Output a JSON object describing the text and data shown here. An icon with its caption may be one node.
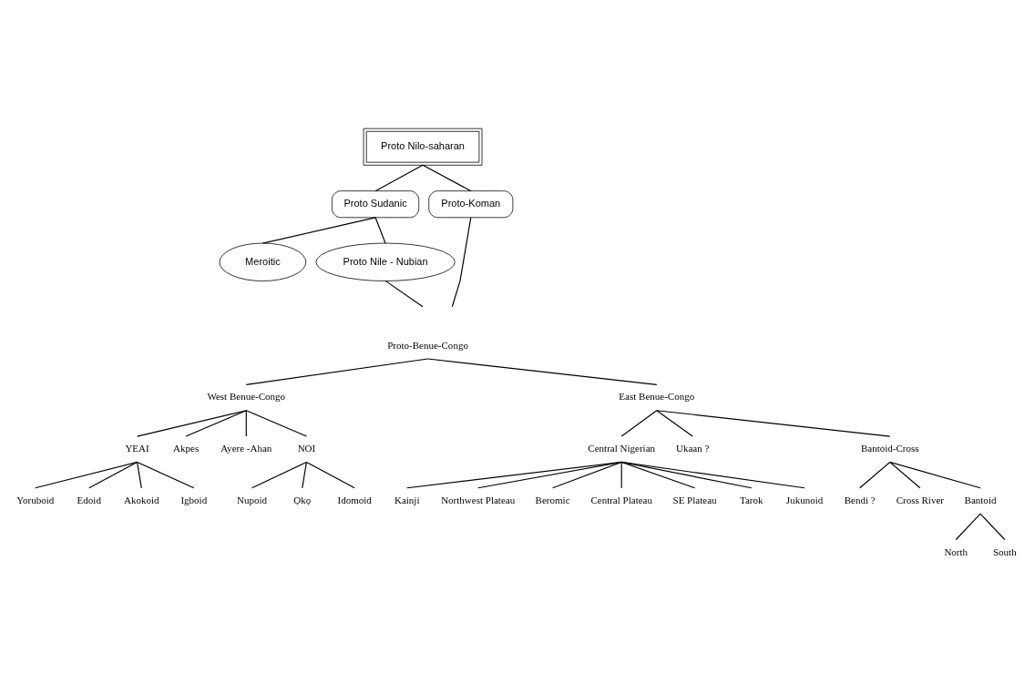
{
  "diagram": {
    "nodes": [
      {
        "text": [
          "Proto Nilo-saharan"
        ]
      },
      {
        "text": [
          "Proto Sudanic"
        ]
      },
      {
        "text": [
          "Proto-Koman"
        ]
      },
      {
        "text": [
          "Meroitic"
        ]
      },
      {
        "text": [
          "Proto Nile - Nubian"
        ]
      },
      {
        "text": [
          "Proto-Benue-Congo"
        ]
      },
      {
        "text": [
          "West Benue-Congo"
        ]
      },
      {
        "text": [
          "East Benue-Congo"
        ]
      },
      {
        "text": [
          "YEAI"
        ]
      },
      {
        "text": [
          "Ayere -Ahan"
        ]
      },
      {
        "text": [
          "NOI"
        ]
      },
      {
        "text": [
          "Central Nigerian"
        ]
      },
      {
        "text": [
          "Ukaan ?"
        ]
      },
      {
        "text": [
          "Bantoid-Cross"
        ]
      },
      {
        "text": [
          "Edoid"
        ]
      },
      {
        "text": [
          "Igboid"
        ]
      },
      {
        "text": [
          "Kainji"
        ]
      },
      {
        "text": [
          "Beromic"
        ]
      },
      {
        "text": [
          "SE Plateau"
        ]
      },
      {
        "text": [
          "Bendi ?"
        ]
      },
      {
        "text": [
          "Bantoid"
        ]
      },
      {
        "text": [
          "Akpes"
        ]
      },
      {
        "text": [
          "Northwest Plateau"
        ]
      },
      {
        "text": [
          "Central Plateau"
        ]
      },
      {
        "text": [
          "Tarok"
        ]
      },
      {
        "text": [
          "Jukunoid"
        ]
      },
      {
        "text": [
          "Yoruboid"
        ]
      },
      {
        "text": [
          "Akokoid"
        ]
      },
      {
        "text": [
          "Nupoid"
        ]
      },
      {
        "text": [
          "Ọkọ"
        ]
      },
      {
        "text": [
          "Idomoid"
        ]
      },
      {
        "text": [
          "Cross River"
        ]
      },
      {
        "text": [
          "North"
        ]
      },
      {
        "text": [
          "South"
        ]
      }
    ],
    "edges": [
      {
        "from": 0,
        "to": 1,
        "arrow": "none"
      },
      {
        "from": 0,
        "to": 2,
        "arrow": "none"
      },
      {
        "from": 1,
        "to": 3,
        "arrow": "none"
      },
      {
        "from": 1,
        "to": 4,
        "arrow": "none"
      },
      {
        "from": 4,
        "to": null,
        "arrow": "none"
      },
      {
        "from": 2,
        "to": null,
        "arrow": "none"
      },
      {
        "from": 5,
        "to": 6,
        "arrow": "none"
      },
      {
        "from": 5,
        "to": 7,
        "arrow": "none"
      },
      {
        "from": 6,
        "to": 8,
        "arrow": "none"
      },
      {
        "from": 6,
        "to": 21,
        "arrow": "none"
      },
      {
        "from": 6,
        "to": 9,
        "arrow": "none"
      },
      {
        "from": 6,
        "to": 10,
        "arrow": "none"
      },
      {
        "from": 8,
        "to": 26,
        "arrow": "none"
      },
      {
        "from": 8,
        "to": 14,
        "arrow": "none"
      },
      {
        "from": 8,
        "to": 27,
        "arrow": "none"
      },
      {
        "from": 8,
        "to": 15,
        "arrow": "none"
      },
      {
        "from": 10,
        "to": 28,
        "arrow": "none"
      },
      {
        "from": 10,
        "to": 29,
        "arrow": "none"
      },
      {
        "from": 10,
        "to": 30,
        "arrow": "none"
      },
      {
        "from": 7,
        "to": 11,
        "arrow": "none"
      },
      {
        "from": 7,
        "to": 12,
        "arrow": "none"
      },
      {
        "from": 7,
        "to": 13,
        "arrow": "none"
      },
      {
        "from": 11,
        "to": 16,
        "arrow": "none"
      },
      {
        "from": 11,
        "to": 22,
        "arrow": "none"
      },
      {
        "from": 11,
        "to": 17,
        "arrow": "none"
      },
      {
        "from": 11,
        "to": 23,
        "arrow": "none"
      },
      {
        "from": 11,
        "to": 18,
        "arrow": "none"
      },
      {
        "from": 11,
        "to": 24,
        "arrow": "none"
      },
      {
        "from": 11,
        "to": 25,
        "arrow": "none"
      },
      {
        "from": 13,
        "to": 19,
        "arrow": "none"
      },
      {
        "from": 13,
        "to": 31,
        "arrow": "none"
      },
      {
        "from": 13,
        "to": 20,
        "arrow": "none"
      },
      {
        "from": 20,
        "to": 32,
        "arrow": "none"
      },
      {
        "from": 20,
        "to": 33,
        "arrow": "none"
      }
    ]
  }
}
